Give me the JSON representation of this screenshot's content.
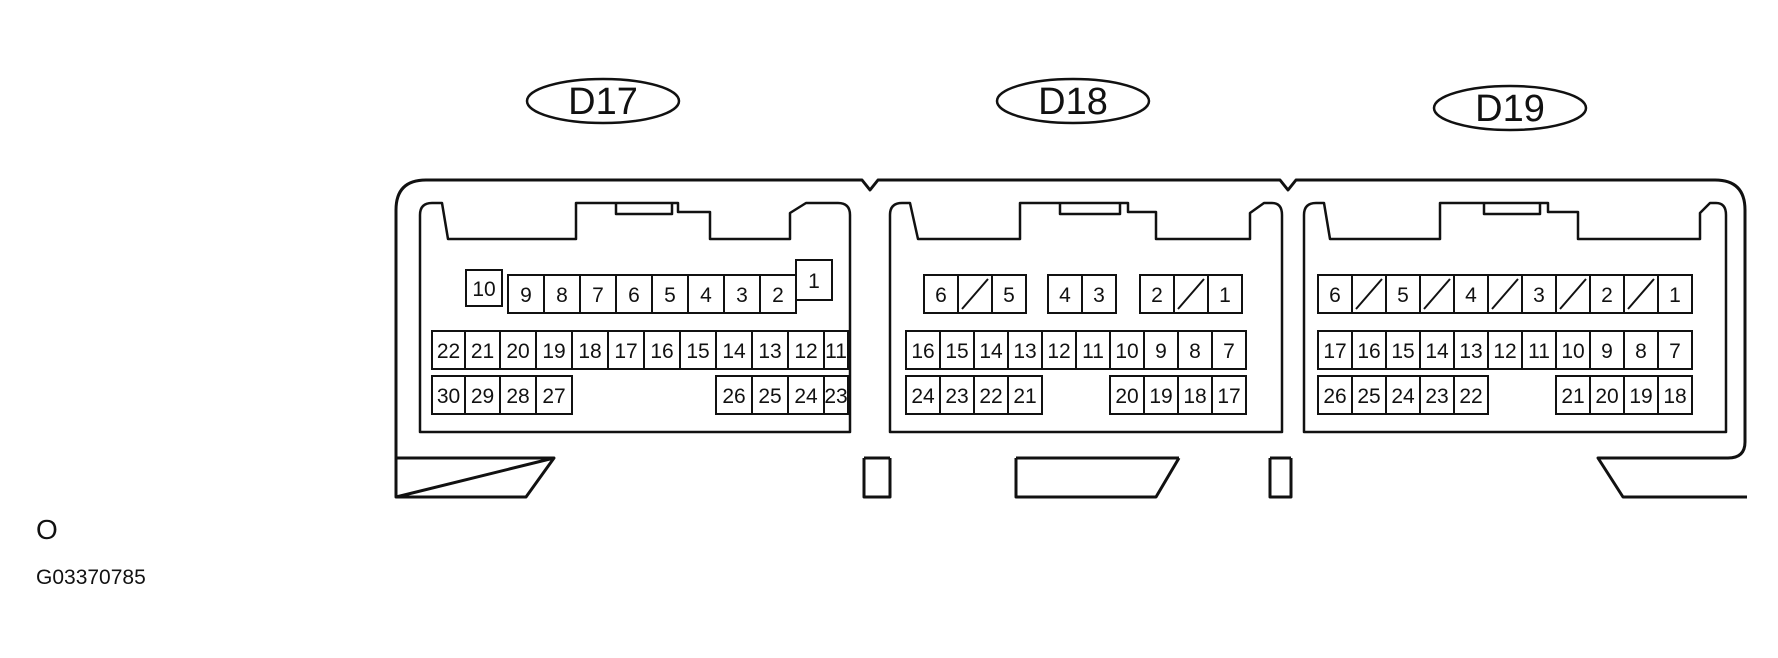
{
  "figure_code": "G03370785",
  "corner_mark": "O",
  "connectors": [
    {
      "name": "D17",
      "rows": [
        [
          "10",
          "9",
          "8",
          "7",
          "6",
          "5",
          "4",
          "3",
          "2",
          "1"
        ],
        [
          "22",
          "21",
          "20",
          "19",
          "18",
          "17",
          "16",
          "15",
          "14",
          "13",
          "12",
          "11"
        ],
        [
          "30",
          "29",
          "28",
          "27",
          "26",
          "25",
          "24",
          "23"
        ]
      ]
    },
    {
      "name": "D18",
      "rows": [
        [
          "6",
          "5",
          "4",
          "3",
          "2",
          "1"
        ],
        [
          "16",
          "15",
          "14",
          "13",
          "12",
          "11",
          "10",
          "9",
          "8",
          "7"
        ],
        [
          "24",
          "23",
          "22",
          "21",
          "20",
          "19",
          "18",
          "17"
        ]
      ]
    },
    {
      "name": "D19",
      "rows": [
        [
          "6",
          "5",
          "4",
          "3",
          "2",
          "1"
        ],
        [
          "17",
          "16",
          "15",
          "14",
          "13",
          "12",
          "11",
          "10",
          "9",
          "8",
          "7"
        ],
        [
          "26",
          "25",
          "24",
          "23",
          "22",
          "21",
          "20",
          "19",
          "18"
        ]
      ]
    }
  ]
}
